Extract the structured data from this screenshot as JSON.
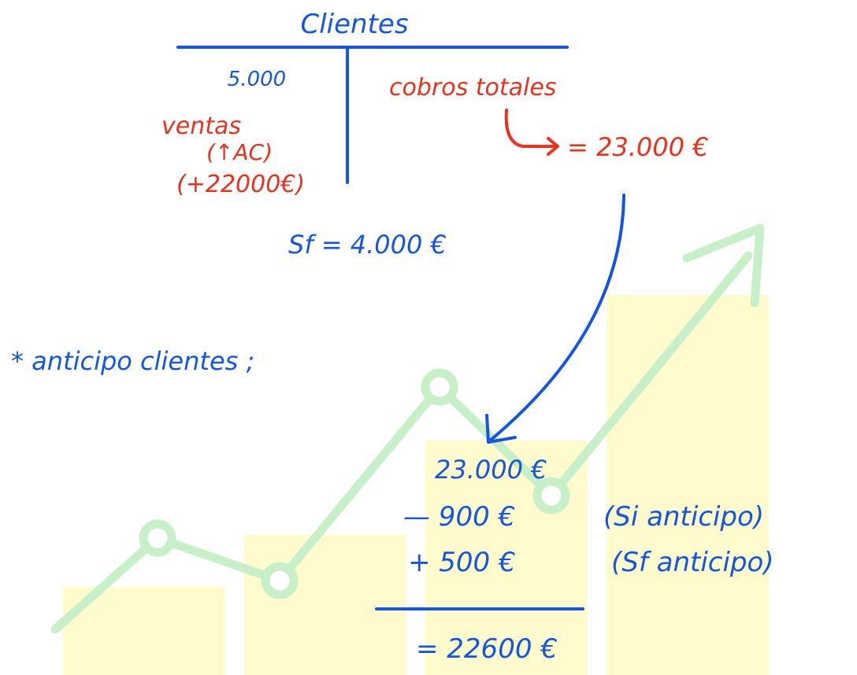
{
  "colors": {
    "blue": "#1456e0",
    "red": "#e8321e",
    "bg_bar": "#fffbc8",
    "bg_line": "#c8f0c8"
  },
  "t_account": {
    "title": "Clientes",
    "debit": [
      "5.000"
    ],
    "credit_label": "cobros totales",
    "credit_result": "= 23.000 €",
    "red_notes": [
      "ventas",
      "(↑AC)",
      "(+22000€)"
    ],
    "final_balance": "Sf = 4.000 €"
  },
  "note": "* anticipo clientes ;",
  "calculation": {
    "lines": [
      "23.000 €",
      "— 900 €",
      "+ 500 €"
    ],
    "comments": [
      "(Si anticipo)",
      "(Sf anticipo)"
    ],
    "result": "= 22600 €"
  }
}
